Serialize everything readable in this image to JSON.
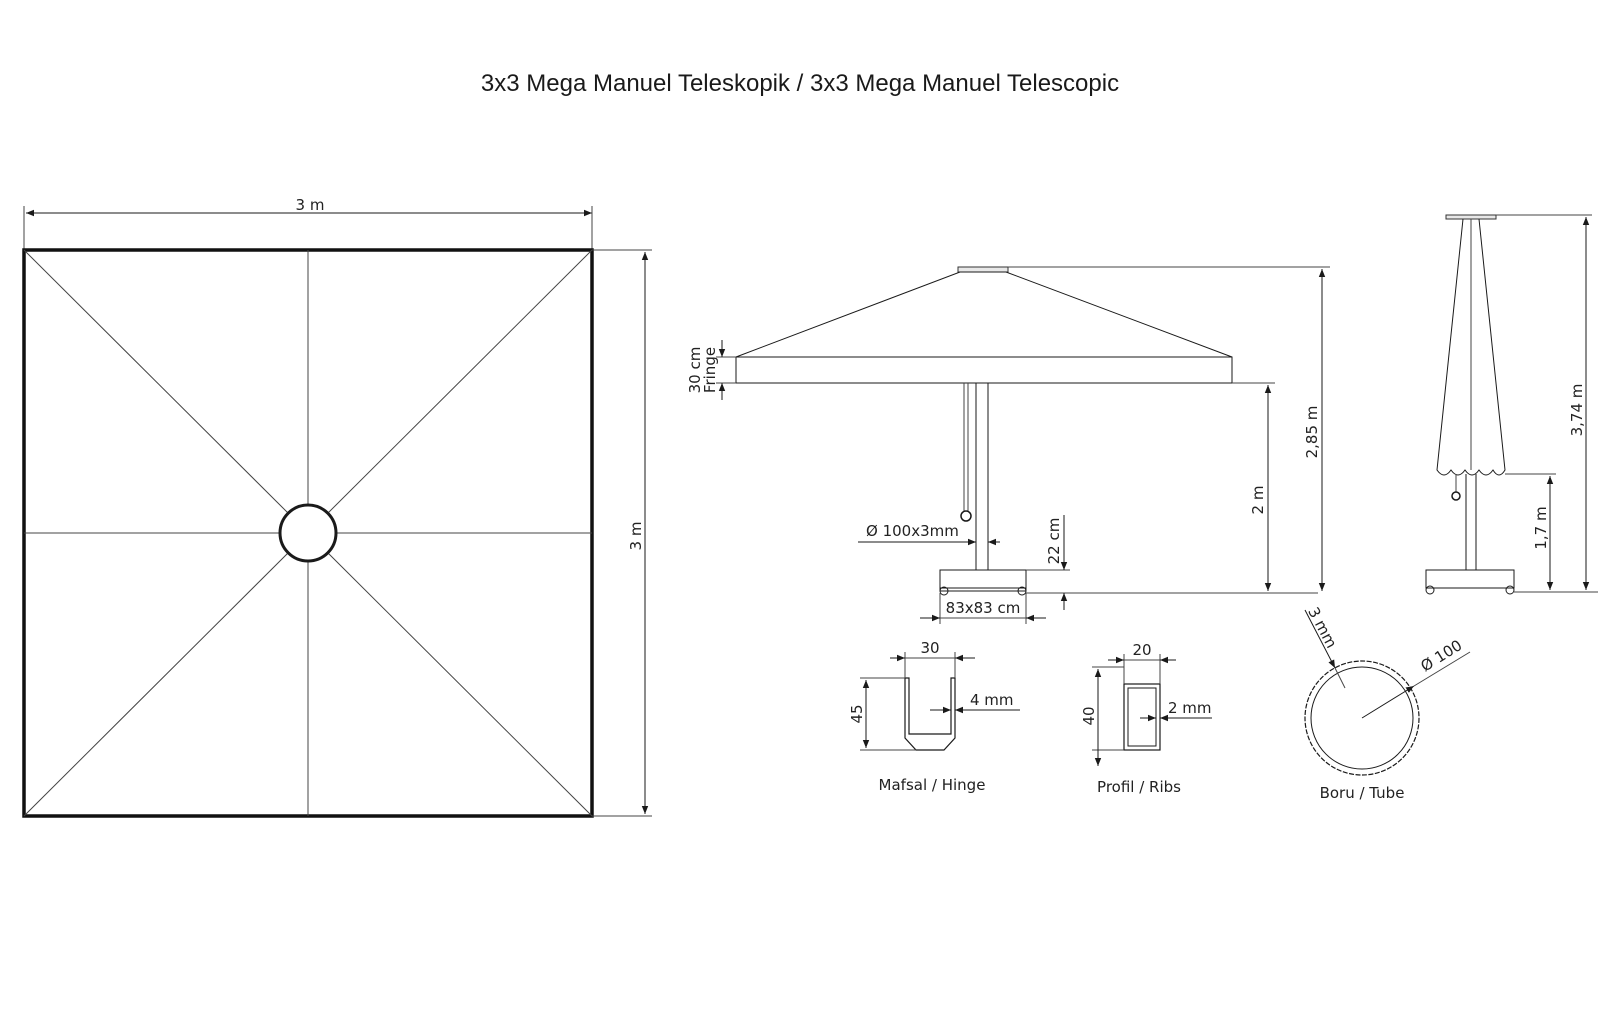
{
  "title": "3x3 Mega Manuel Teleskopik / 3x3 Mega Manuel Telescopic",
  "top_view": {
    "width_label": "3 m",
    "height_label": "3 m"
  },
  "side_view": {
    "fringe_label_top": "30 cm",
    "fringe_label_bottom": "Fringe",
    "pole_label": "Ø 100x3mm",
    "base_height_label": "22 cm",
    "base_size_label": "83x83 cm",
    "clearance_label": "2 m",
    "total_height_label": "2,85 m"
  },
  "closed_view": {
    "clearance_label": "1,7 m",
    "total_height_label": "3,74 m"
  },
  "details": {
    "hinge": {
      "width_label": "30",
      "height_label": "45",
      "thickness_label": "4 mm",
      "caption": "Mafsal / Hinge"
    },
    "rib": {
      "width_label": "20",
      "height_label": "40",
      "thickness_label": "2 mm",
      "caption": "Profil / Ribs"
    },
    "tube": {
      "thickness_label": "3 mm",
      "diameter_label": "Ø 100",
      "caption": "Boru / Tube"
    }
  }
}
